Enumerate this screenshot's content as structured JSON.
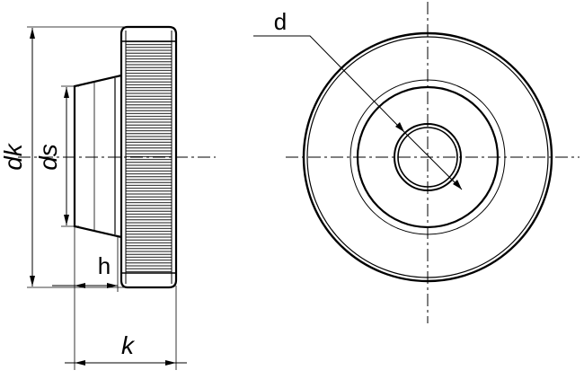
{
  "labels": {
    "d": "d",
    "dk": "dk",
    "ds": "ds",
    "h": "h",
    "k": "k"
  },
  "colors": {
    "line": "#000000",
    "background": "#ffffff"
  }
}
